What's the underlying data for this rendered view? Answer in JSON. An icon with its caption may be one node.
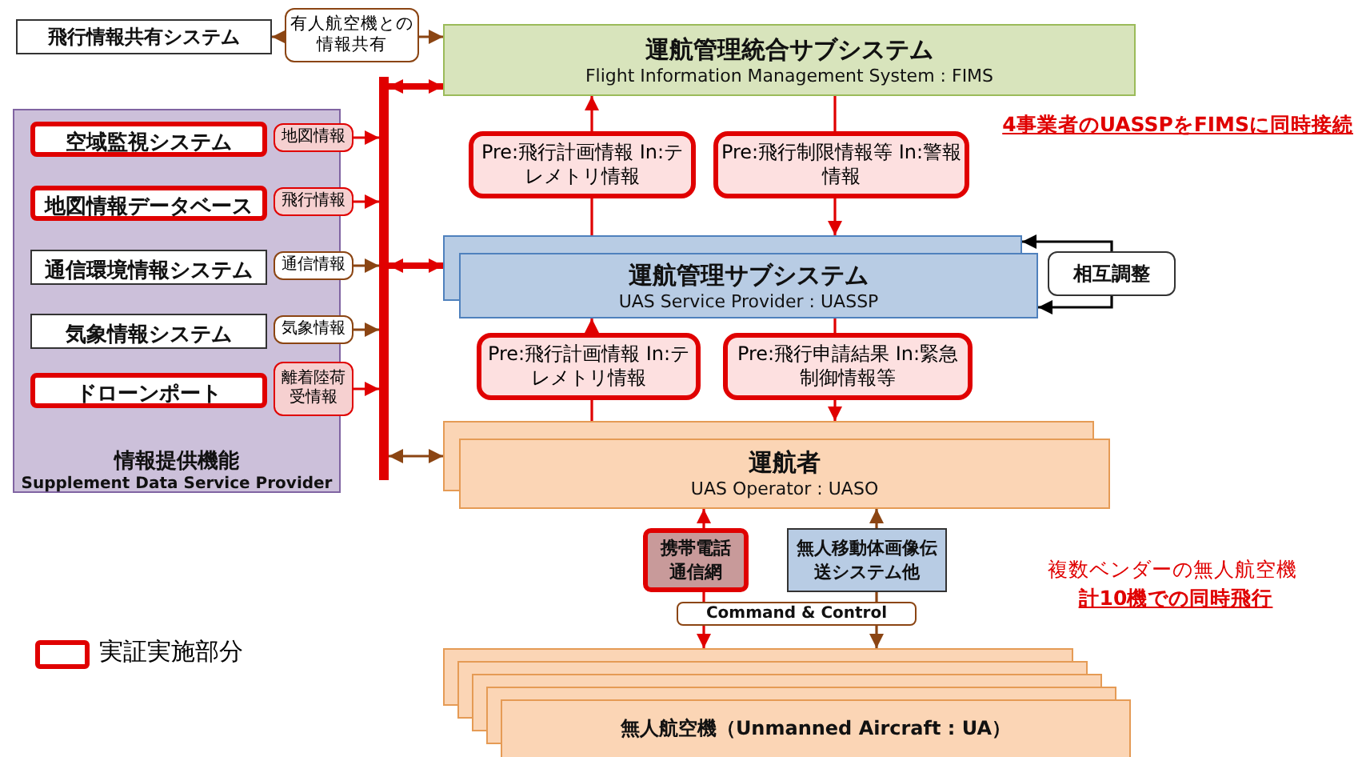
{
  "diagram": {
    "nodes": [
      {
        "text": [
          "飛行情報共有システム"
        ]
      },
      {
        "text": [
          "運航管理統合サブシステム",
          "Flight Information Management System : FIMS"
        ]
      },
      {
        "text": [
          "情報提供機能",
          "Supplement Data Service Provider"
        ]
      },
      {
        "text": [
          "空域監視システム"
        ],
        "in": 2
      },
      {
        "text": [
          "地図情報データベース"
        ],
        "in": 2
      },
      {
        "text": [
          "通信環境情報システム"
        ],
        "in": 2
      },
      {
        "text": [
          "気象情報システム"
        ],
        "in": 2
      },
      {
        "text": [
          "ドローンポート"
        ],
        "in": 2
      },
      {
        "text": [],
        "shape": "bar"
      },
      {
        "text": [
          "運航管理サブシステム",
          "UAS Service Provider : UASSP"
        ]
      },
      {
        "text": [
          "相互調整"
        ]
      },
      {
        "text": [
          "運航者",
          "UAS Operator : UASO"
        ]
      },
      {
        "text": [
          "携帯電話通信網"
        ]
      },
      {
        "text": [
          "無人移動体画像伝送システム他"
        ]
      },
      {
        "text": [
          "Command & Control"
        ]
      },
      {
        "text": [
          "無人航空機（Unmanned Aircraft : UA）"
        ]
      }
    ],
    "edges": [
      {
        "from": 0,
        "to": 1,
        "arrow": "both",
        "label": "有人航空機との情報共有",
        "color": "#8b4513"
      },
      {
        "from": 8,
        "to": 3,
        "arrow": "both",
        "label": "地図情報",
        "color": "#e00000"
      },
      {
        "from": 8,
        "to": 4,
        "arrow": "both",
        "label": "飛行情報",
        "color": "#e00000"
      },
      {
        "from": 8,
        "to": 5,
        "arrow": "both",
        "label": "通信情報",
        "color": "#8b4513"
      },
      {
        "from": 8,
        "to": 6,
        "arrow": "both",
        "label": "気象情報",
        "color": "#8b4513"
      },
      {
        "from": 8,
        "to": 7,
        "arrow": "both",
        "label": "離着陸荷受情報",
        "color": "#e00000"
      },
      {
        "from": 8,
        "to": 1,
        "arrow": "both",
        "style": "thick",
        "color": "#e00000"
      },
      {
        "from": 8,
        "to": 9,
        "arrow": "both",
        "style": "thick",
        "color": "#e00000"
      },
      {
        "from": 8,
        "to": 11,
        "arrow": "both",
        "color": "#8b4513"
      },
      {
        "from": 9,
        "to": 1,
        "arrow": "to",
        "label": "Pre:飛行計画情報 In:テレメトリ情報",
        "color": "#e00000"
      },
      {
        "from": 1,
        "to": 9,
        "arrow": "to",
        "label": "Pre:飛行制限情報等 In:警報情報",
        "color": "#e00000"
      },
      {
        "from": 10,
        "to": 9,
        "arrow": "to",
        "color": "#000000"
      },
      {
        "from": 10,
        "to": 9,
        "arrow": "to",
        "color": "#000000"
      },
      {
        "from": 11,
        "to": 9,
        "arrow": "to",
        "label": "Pre:飛行計画情報 In:テレメトリ情報",
        "color": "#e00000"
      },
      {
        "from": 9,
        "to": 11,
        "arrow": "to",
        "label": "Pre:飛行申請結果 In:緊急制御情報等",
        "color": "#e00000"
      },
      {
        "from": 12,
        "to": 11,
        "arrow": "to",
        "color": "#e00000"
      },
      {
        "from": 12,
        "to": 14,
        "arrow": "none",
        "color": "#e00000"
      },
      {
        "from": 14,
        "to": 15,
        "arrow": "to",
        "color": "#e00000"
      },
      {
        "from": 13,
        "to": 11,
        "arrow": "to",
        "color": "#8b4513"
      },
      {
        "from": 13,
        "to": 14,
        "arrow": "none",
        "color": "#8b4513"
      },
      {
        "from": 14,
        "to": 15,
        "arrow": "to",
        "color": "#8b4513"
      }
    ],
    "labels": [
      "4事業者のUASSPをFIMSに同時接続",
      "複数ベンダーの無人航空機",
      "計10機での同時飛行"
    ],
    "legend": [
      {
        "text": "実証実施部分"
      }
    ]
  }
}
